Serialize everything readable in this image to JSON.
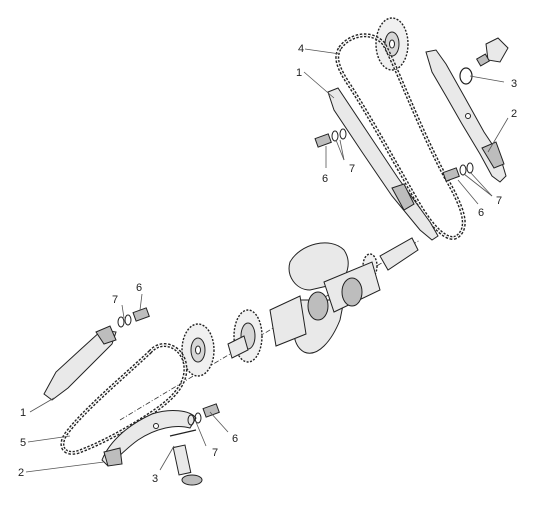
{
  "callouts": {
    "upper_guide_1": "1",
    "upper_chain_4": "4",
    "upper_plug_3": "3",
    "upper_tensioner_2": "2",
    "upper_pin_left_6": "6",
    "upper_washer_left_7": "7",
    "upper_pin_right_6": "6",
    "upper_washer_right_7": "7",
    "lower_washer_7": "7",
    "lower_pin_6": "6",
    "lower_guide_1": "1",
    "lower_chain_5": "5",
    "lower_tensioner_2": "2",
    "lower_plug_3": "3",
    "lower_washer_right_7": "7",
    "lower_pin_right_6": "6"
  }
}
